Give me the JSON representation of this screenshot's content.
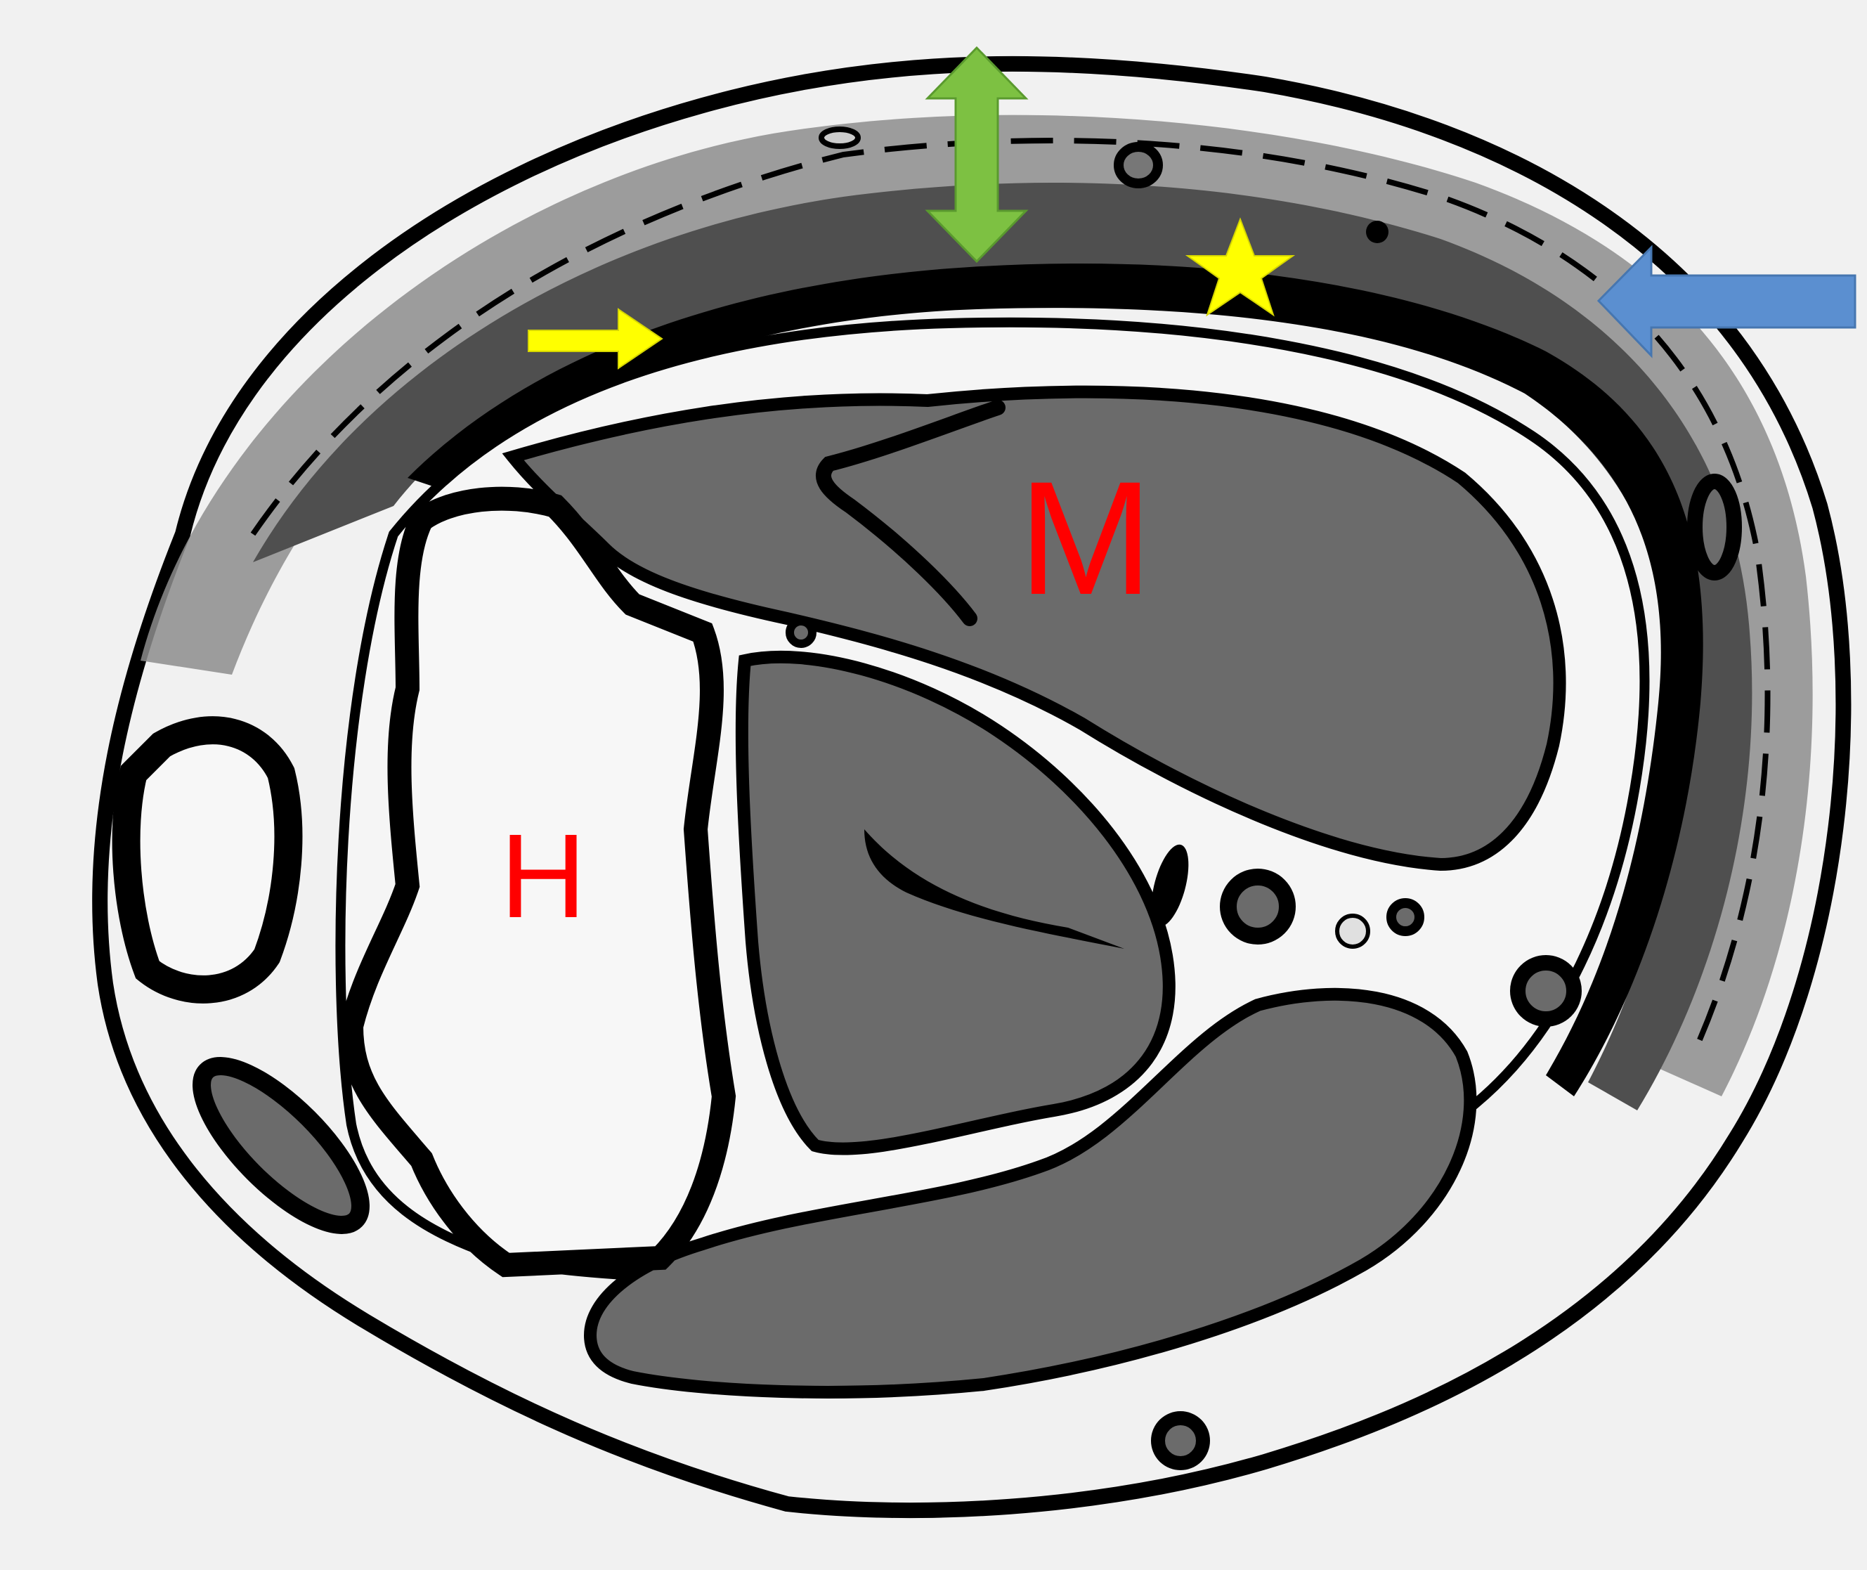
{
  "labels": {
    "muscle": "M",
    "humerus": "H"
  },
  "annotations": {
    "yellow_arrow": "yellow-arrow",
    "green_double_arrow": "green-double-arrow",
    "yellow_star": "star",
    "blue_arrow": "blue-arrow"
  },
  "colors": {
    "background": "#f1f1f1",
    "outline": "#000000",
    "muscle_fill": "#6b6b6b",
    "collection_fill": "#5a5a5a",
    "subcutaneous_fill": "#8a8a8a",
    "label_red": "#ff0000",
    "arrow_yellow": "#ffff00",
    "arrow_green": "#7dc142",
    "arrow_blue": "#5b8fd0"
  }
}
